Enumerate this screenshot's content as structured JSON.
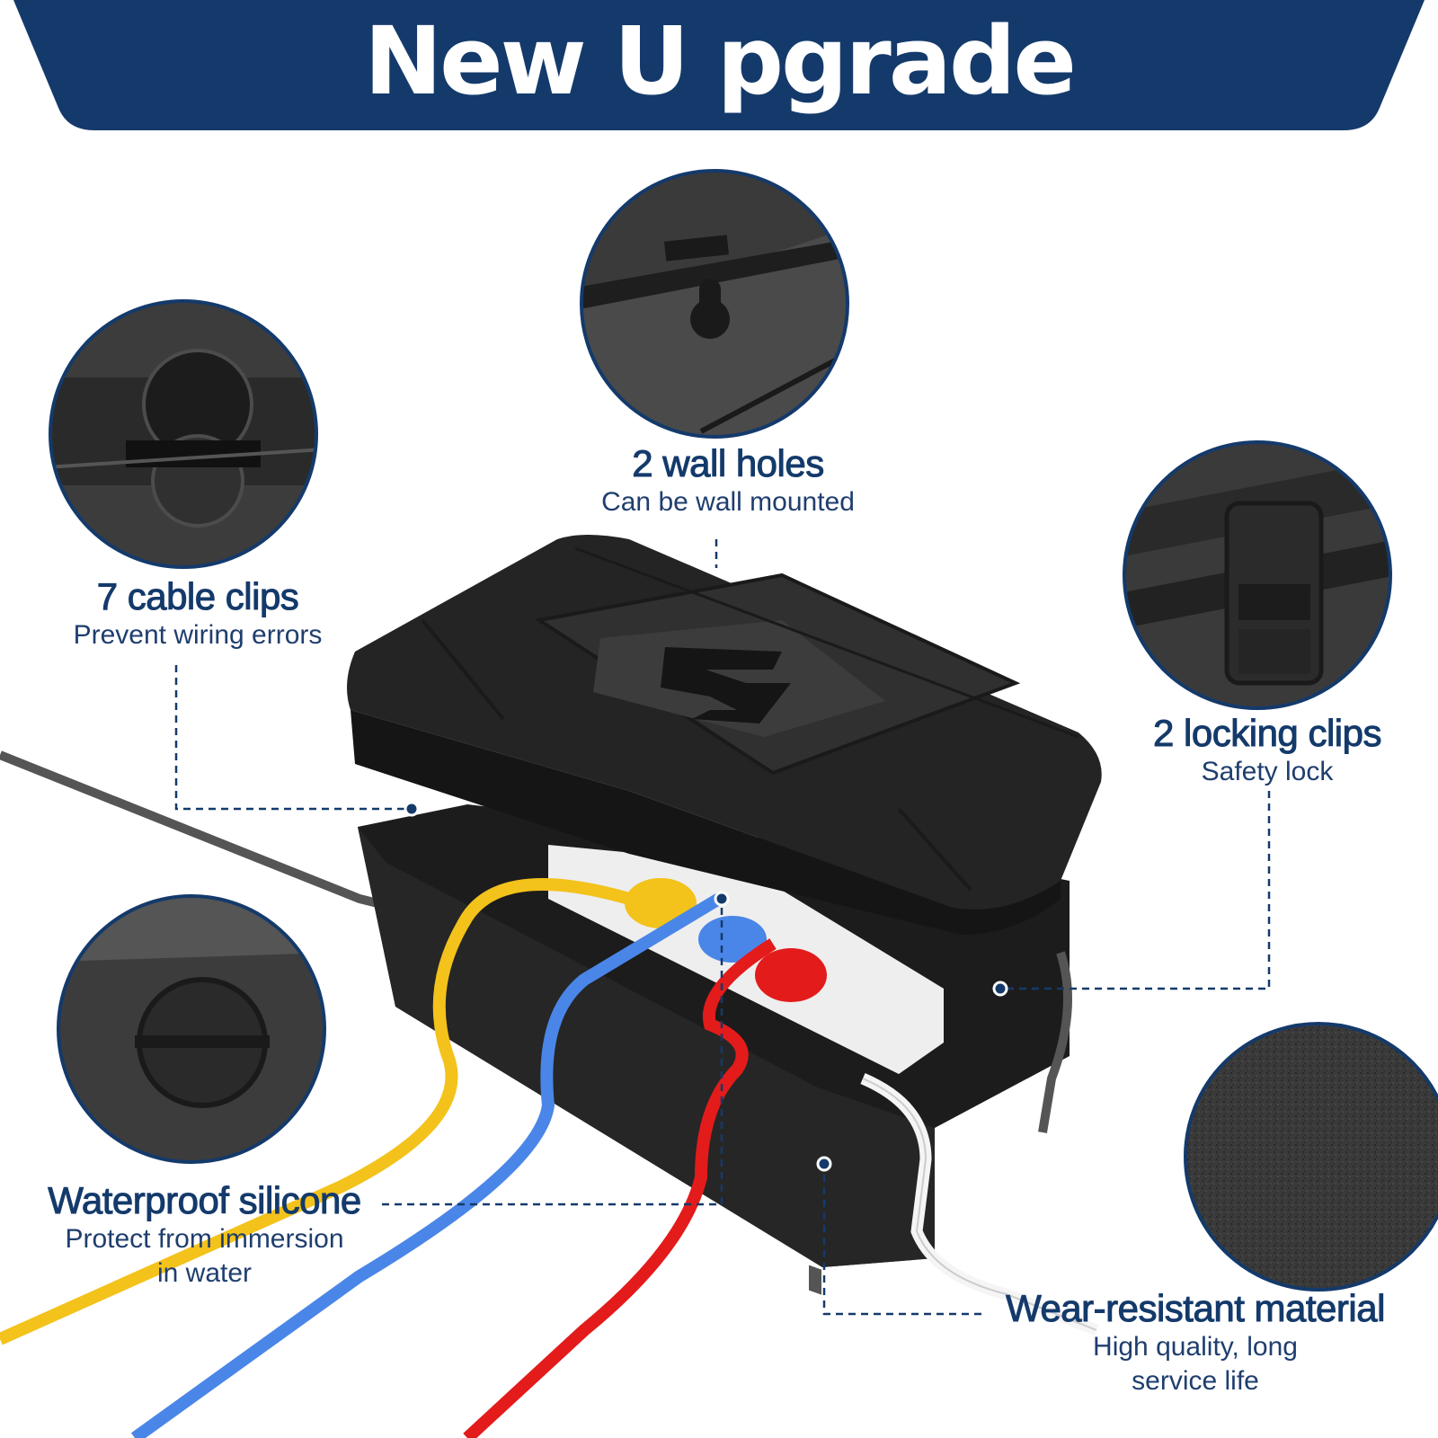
{
  "banner": {
    "title": "New U pgrade",
    "color": "#143a6b"
  },
  "features": {
    "wall_holes": {
      "title": "2 wall holes",
      "subtitle": "Can be wall mounted"
    },
    "cable_clips": {
      "title": "7 cable clips",
      "subtitle": "Prevent wiring errors"
    },
    "locking_clips": {
      "title": "2 locking clips",
      "subtitle": "Safety lock"
    },
    "waterproof": {
      "title": "Waterproof silicone",
      "subtitle_line1": "Protect from immersion",
      "subtitle_line2": "in water"
    },
    "material": {
      "title": "Wear-resistant material",
      "subtitle_line1": "High quality, long",
      "subtitle_line2": "service life"
    }
  },
  "colors": {
    "accent": "#143a6b",
    "box": "#222222",
    "cable_yellow": "#f3c21b",
    "cable_blue": "#4a86e8",
    "cable_red": "#e31b1b",
    "cable_white": "#f5f5f5",
    "cable_gray": "#555555"
  },
  "icons": {
    "logo": "lightning-bolt-icon"
  }
}
